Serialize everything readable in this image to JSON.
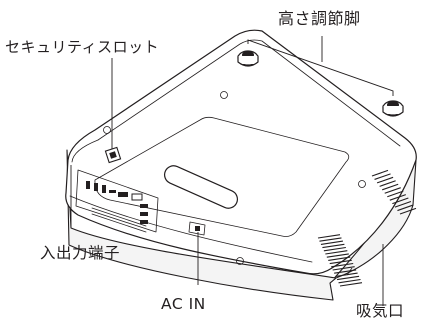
{
  "labels": {
    "adjustable_feet": "高さ調節脚",
    "security_slot": "セキュリティスロット",
    "io_terminals": "入出力端子",
    "ac_in": "AC IN",
    "air_intake": "吸気口"
  },
  "colors": {
    "line": "#231f20",
    "background": "#ffffff"
  }
}
